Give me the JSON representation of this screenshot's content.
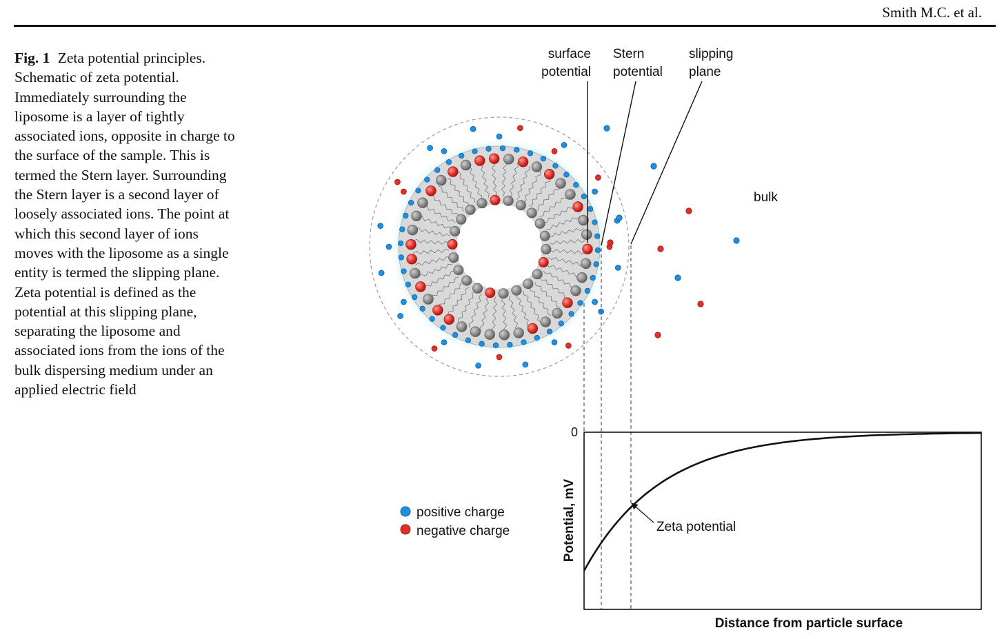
{
  "header": {
    "author": "Smith M.C. et al."
  },
  "caption": {
    "label": "Fig. 1",
    "text": "Zeta potential principles. Schematic of zeta potential. Immediately surrounding the liposome is a layer of tightly associated ions, opposite in charge to the surface of the sample. This is termed the Stern layer. Surrounding the Stern layer is a second layer of loosely associated ions. The point at which this second layer of ions moves with the liposome as a single entity is termed the slipping plane. Zeta potential is defined as the potential at this slipping plane, separating the liposome and associated ions from the ions of the bulk dispersing medium under an applied electric field"
  },
  "figure": {
    "labels": {
      "surface_potential": [
        "surface",
        "potential"
      ],
      "stern_potential": [
        "Stern",
        "potential"
      ],
      "slipping_plane": [
        "slipping",
        "plane"
      ],
      "bulk": "bulk"
    },
    "legend": {
      "positive": "positive charge",
      "negative": "negative charge"
    },
    "colors": {
      "positive": "#1f8fe0",
      "negative": "#e0302a",
      "lipid_head": "#8a8a8a",
      "halo": "#6fd3dc"
    }
  },
  "chart_data": {
    "type": "line",
    "title": "",
    "xlabel": "Distance from particle surface",
    "ylabel": "Potential, mV",
    "y_tick": "0",
    "annotation": "Zeta potential",
    "series": [
      {
        "values": "exponential rise from strongly negative at the particle surface toward 0 in the bulk"
      }
    ]
  }
}
